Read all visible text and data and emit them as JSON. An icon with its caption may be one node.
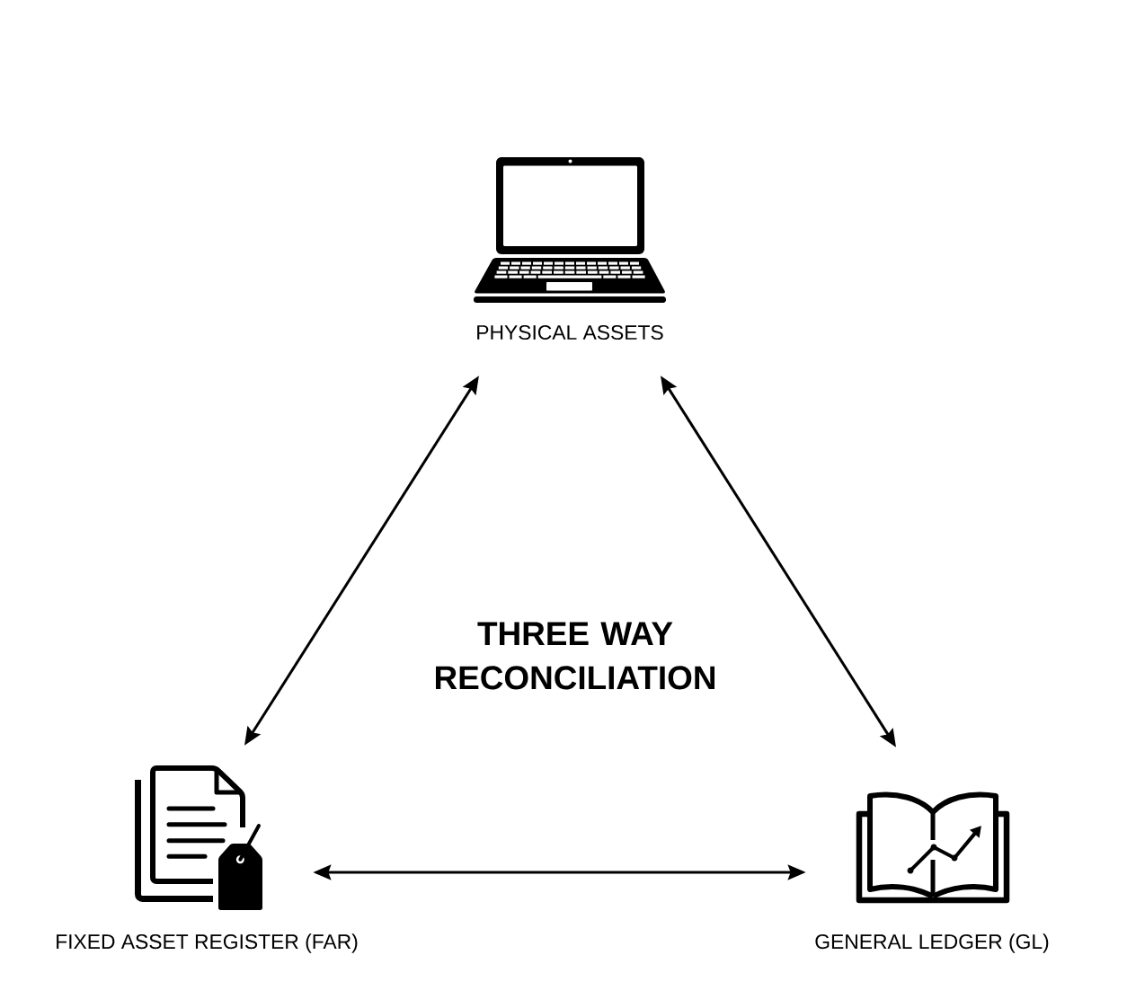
{
  "diagram": {
    "title": "THREE WAY RECONCILIATION",
    "nodes": [
      {
        "text": [],
        "shape": "picture",
        "beside": [
          "PHYSICAL ASSETS"
        ]
      },
      {
        "text": [],
        "shape": "picture",
        "beside": [
          "FIXED ASSET REGISTER (FAR)"
        ]
      },
      {
        "text": [],
        "shape": "picture",
        "beside": [
          "GENERAL LEDGER (GL)"
        ]
      }
    ],
    "edges": [
      {
        "from": 1,
        "to": 0,
        "arrow": "both"
      },
      {
        "from": 0,
        "to": 2,
        "arrow": "both"
      },
      {
        "from": 1,
        "to": 2,
        "arrow": "both"
      }
    ]
  }
}
